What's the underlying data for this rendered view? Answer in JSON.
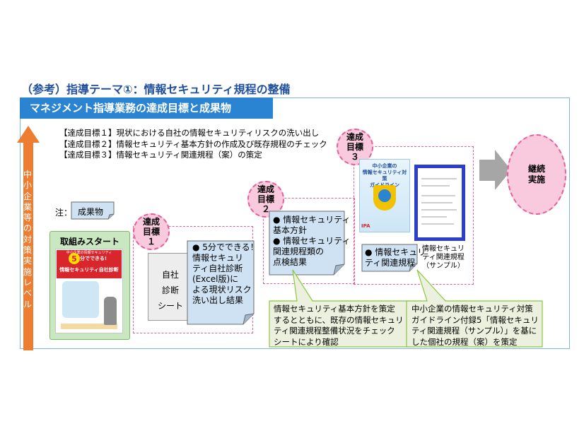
{
  "title": "（参考）指導テーマ①：情報セキュリティ規程の整備",
  "banner": "マネジメント指導業務の達成目標と成果物",
  "goals": [
    "【達成目標１】現状における自社の情報セキュリティリスクの洗い出し",
    "【達成目標２】情報セキュリティ基本方針の作成及び既存規程のチェック",
    "【達成目標３】情報セキュリティ関連規程（案）の策定"
  ],
  "vertical_label": "中小企業等の対策実施レベル",
  "legend": {
    "note": "注：",
    "deliverable": "成果物"
  },
  "start": {
    "label": "取組みスタート",
    "flyer_header": "中小企業の情報セキュリティ",
    "flyer_badge": "5",
    "flyer_title": "分でできる!",
    "flyer_subtitle": "情報セキュリティ自社診断"
  },
  "stages": [
    {
      "badge": "達成\n目標\n１",
      "sheet": "自社\n診断\nシート",
      "bullets": "● 5分でできる！\n情報セキュリ\nティ自社診断\n(Excel版)に\nよる現状リスク\n洗い出し結果"
    },
    {
      "badge": "達成\n目標\n２",
      "bullets": "● 情報セキュリティ\n基本方針\n● 情報セキュリティ\n関連規程類の\n点検結果"
    },
    {
      "badge": "達成\n目標\n３",
      "bullets": "● 情報セキュリ\nティ関連規程",
      "guide_title": "中小企業の\n情報セキュリティ対策\nガイドライン",
      "guide_publisher": "IPA",
      "sample_label": "情報セキュリ\nティ関連規程\n（サンプル）"
    }
  ],
  "callouts": [
    "情報セキュリティ基本方針を策定\nするとともに、既存の情報セキュリ\nティ関連規程整備状況をチェック\nシートにより確認",
    "中小企業の情報セキュリティ対策\nガイドライン付録5「情報セキュリ\nティ関連規程（サンプル）」を基に\nした個社の規程（案）を策定"
  ],
  "continue": "継続\n実施",
  "colors": {
    "accent": "#2b84d2",
    "arrow": "#ed7d31",
    "pink": "#e2609b",
    "title": "#1f4e9c"
  }
}
